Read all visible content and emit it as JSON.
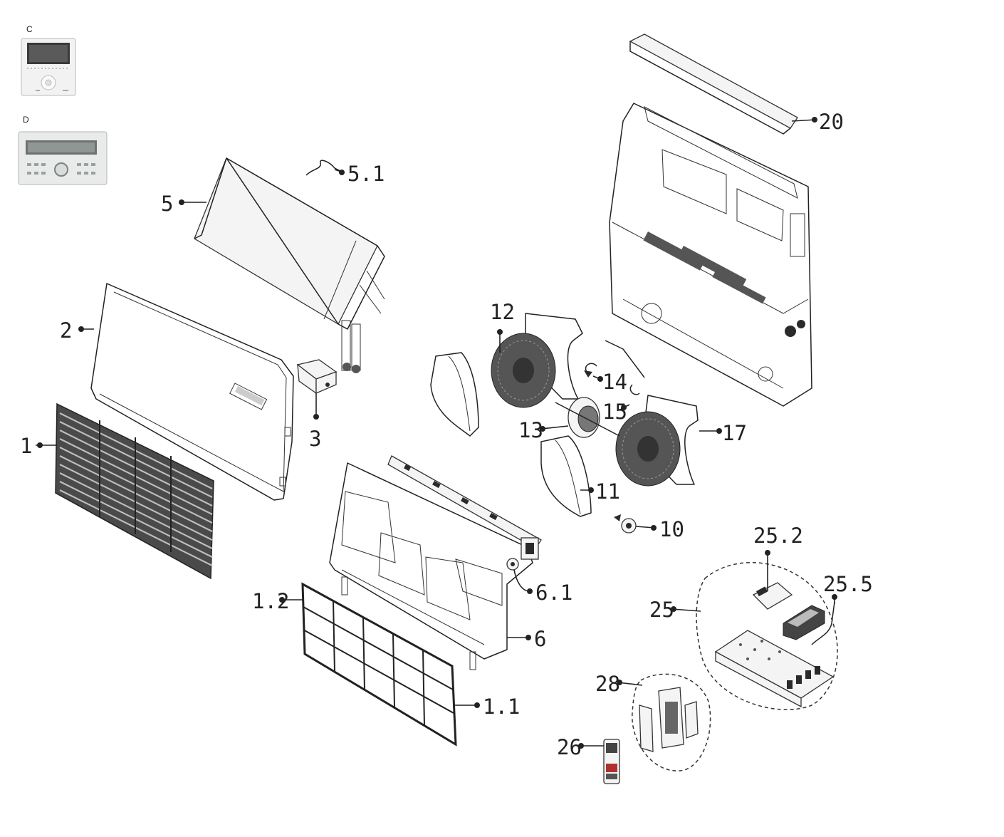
{
  "controllers": [
    {
      "id": "C",
      "letter": "C"
    },
    {
      "id": "D",
      "letter": "D"
    }
  ],
  "parts": [
    {
      "id": "1",
      "label": "1"
    },
    {
      "id": "1.1",
      "label": "1.1"
    },
    {
      "id": "1.2",
      "label": "1.2"
    },
    {
      "id": "2",
      "label": "2"
    },
    {
      "id": "3",
      "label": "3"
    },
    {
      "id": "5",
      "label": "5"
    },
    {
      "id": "5.1",
      "label": "5.1"
    },
    {
      "id": "6",
      "label": "6"
    },
    {
      "id": "6.1",
      "label": "6.1"
    },
    {
      "id": "10",
      "label": "10"
    },
    {
      "id": "11",
      "label": "11"
    },
    {
      "id": "12",
      "label": "12"
    },
    {
      "id": "13",
      "label": "13"
    },
    {
      "id": "14",
      "label": "14"
    },
    {
      "id": "15",
      "label": "15"
    },
    {
      "id": "17",
      "label": "17"
    },
    {
      "id": "20",
      "label": "20"
    },
    {
      "id": "25",
      "label": "25"
    },
    {
      "id": "25.2",
      "label": "25.2"
    },
    {
      "id": "25.5",
      "label": "25.5"
    },
    {
      "id": "26",
      "label": "26"
    },
    {
      "id": "28",
      "label": "28"
    }
  ]
}
